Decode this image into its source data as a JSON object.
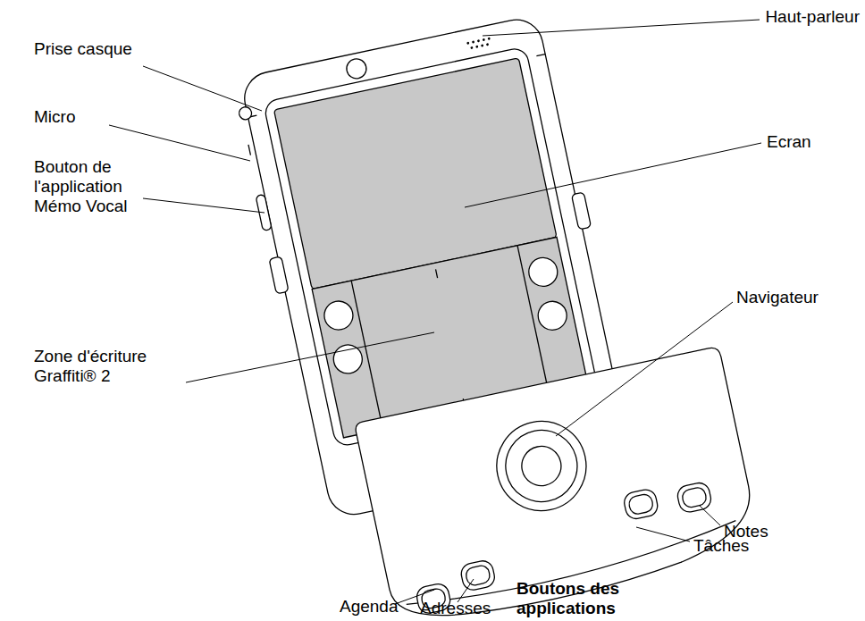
{
  "diagram": {
    "labels": [
      "Prise casque",
      "Micro",
      "Bouton de l'application Mémo Vocal",
      "Zone d'écriture Graffiti® 2",
      "Haut-parleur",
      "Ecran",
      "Navigateur",
      "Notes",
      "Tâches",
      "Agenda",
      "Adresses",
      "Boutons des applications"
    ]
  }
}
